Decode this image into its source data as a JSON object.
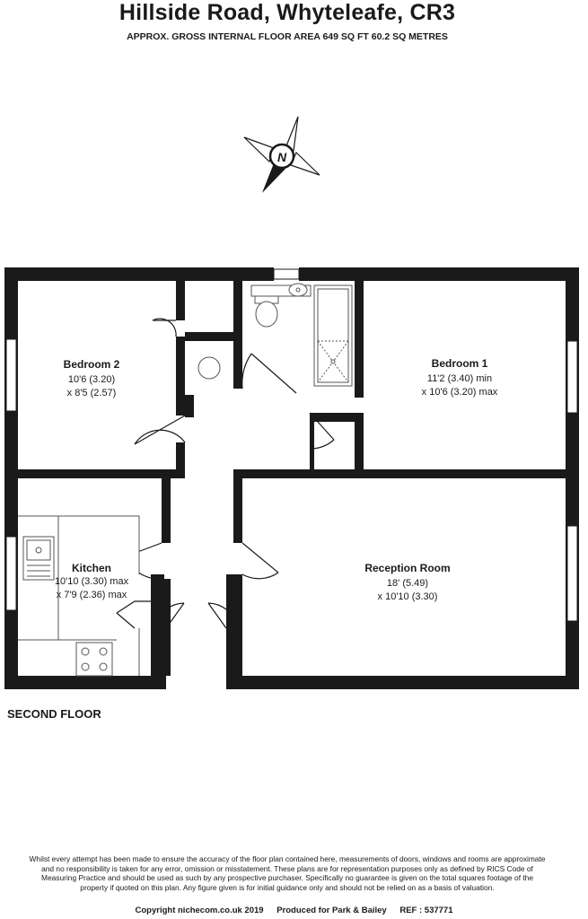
{
  "header": {
    "title": "Hillside Road, Whyteleafe, CR3",
    "subtitle": "APPROX. GROSS INTERNAL FLOOR AREA 649 SQ FT 60.2 SQ METRES"
  },
  "compass": {
    "letter": "N",
    "icon": "north-compass-icon"
  },
  "rooms": {
    "bedroom2": {
      "name": "Bedroom 2",
      "dim1": "10'6 (3.20)",
      "dim2": "x 8'5 (2.57)"
    },
    "bedroom1": {
      "name": "Bedroom 1",
      "dim1": "11'2 (3.40) min",
      "dim2": "x 10'6 (3.20) max"
    },
    "kitchen": {
      "name": "Kitchen",
      "dim1": "10'10 (3.30) max",
      "dim2": "x 7'9 (2.36) max"
    },
    "reception": {
      "name": "Reception Room",
      "dim1": "18' (5.49)",
      "dim2": "x 10'10 (3.30)"
    }
  },
  "floor_label": "SECOND FLOOR",
  "disclaimer": "Whilst every attempt has been made to ensure the accuracy of the floor plan contained here, measurements of doors, windows and rooms are approximate and no responsibility is taken for any error, omission or misstatement. These plans are for representation purposes only as defined by RICS Code of Measuring Practice and should be used as such by any prospective purchaser. Specifically no guarantee is given on the total squares footage of the property if quoted on this plan. Any figure given is for initial guidance only and should not be relied on as a basis of valuation.",
  "footer": {
    "copyright": "Copyright nichecom.co.uk 2019",
    "produced": "Produced for Park & Bailey",
    "ref": "REF : 537771"
  },
  "colors": {
    "wall": "#1a1a1a",
    "fixture": "#555555"
  }
}
